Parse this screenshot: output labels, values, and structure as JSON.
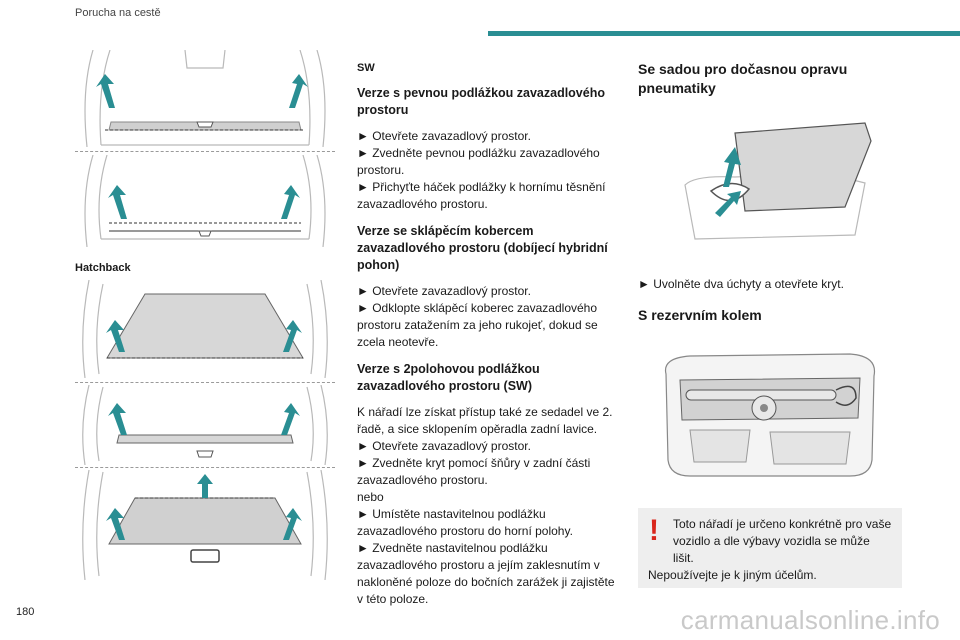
{
  "header": {
    "title": "Porucha na cestě",
    "accent_color": "#2a8e93"
  },
  "page_number": "180",
  "watermark": "carmanualsonline.info",
  "left_column": {
    "label_hatchback": "Hatchback"
  },
  "middle_column": {
    "sw_label": "SW",
    "section1": {
      "heading": "Verze s pevnou podlážkou zavazadlového prostoru",
      "lines": [
        "► Otevřete zavazadlový prostor.",
        "► Zvedněte pevnou podlážku zavazadlového prostoru.",
        "► Přichyťte háček podlážky k hornímu těsnění zavazadlového prostoru."
      ]
    },
    "section2": {
      "heading": "Verze se sklápěcím kobercem zavazadlového prostoru (dobíjecí hybridní pohon)",
      "lines": [
        "► Otevřete zavazadlový prostor.",
        "► Odklopte sklápěcí koberec zavazadlového prostoru zatažením za jeho rukojeť, dokud se zcela neotevře."
      ]
    },
    "section3": {
      "heading": "Verze s 2polohovou podlážkou zavazadlového prostoru (SW)",
      "lines": [
        "K nářadí lze získat přístup také ze sedadel ve 2. řadě, a sice sklopením opěradla zadní lavice.",
        "► Otevřete zavazadlový prostor.",
        "► Zvedněte kryt pomocí šňůry v zadní části zavazadlového prostoru.",
        "nebo",
        "► Umístěte nastavitelnou podlážku zavazadlového prostoru do horní polohy.",
        "► Zvedněte nastavitelnou podlážku zavazadlového prostoru a jejím zaklesnutím v nakloněné poloze do bočních zarážek ji zajistěte v této poloze."
      ]
    }
  },
  "right_column": {
    "section1": {
      "heading": "Se sadou pro dočasnou opravu pneumatiky",
      "instruction": "► Uvolněte dva úchyty a otevřete kryt."
    },
    "section2": {
      "heading": "S rezervním kolem"
    },
    "warning": {
      "line1": "Toto nářadí je určeno konkrétně pro vaše vozidlo a dle výbavy vozidla se může lišit.",
      "line2": "Nepoužívejte je k jiným účelům."
    }
  }
}
